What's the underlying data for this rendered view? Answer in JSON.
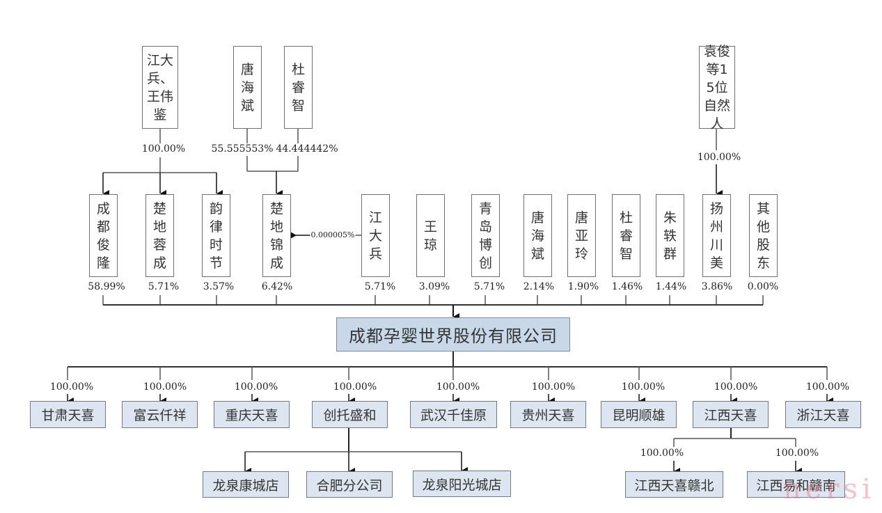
{
  "title": "成都孕婴世界股份有限公司股权结构图",
  "company": {
    "name": "成都孕婴世界股份有限公司"
  },
  "top_holders": [
    {
      "id": "jdb_wwj",
      "name": "江大兵、王伟鉴",
      "pct_to_children": "100.00%"
    },
    {
      "id": "thb_top",
      "name": "唐海斌",
      "pct": "55.555553%"
    },
    {
      "id": "drz_top",
      "name": "杜睿智",
      "pct": "44.444442%"
    },
    {
      "id": "yj15",
      "name": "袁俊等15位自然人",
      "pct": "100.00%"
    }
  ],
  "shareholders": [
    {
      "name": "成都俊隆",
      "pct": "58.99%"
    },
    {
      "name": "楚地蓉成",
      "pct": "5.71%"
    },
    {
      "name": "韵律时节",
      "pct": "3.57%"
    },
    {
      "name": "楚地锦成",
      "pct": "6.42%"
    },
    {
      "name": "江大兵",
      "pct": "5.71%",
      "side_link_pct": "0.000005%"
    },
    {
      "name": "王琼",
      "pct": "3.09%"
    },
    {
      "name": "青岛博创",
      "pct": "5.71%"
    },
    {
      "name": "唐海斌",
      "pct": "2.14%"
    },
    {
      "name": "唐亚玲",
      "pct": "1.90%"
    },
    {
      "name": "杜睿智",
      "pct": "1.46%"
    },
    {
      "name": "朱轶群",
      "pct": "1.44%"
    },
    {
      "name": "扬州川美",
      "pct": "3.86%"
    },
    {
      "name": "其他股东",
      "pct": "0.00%"
    }
  ],
  "subsidiaries": [
    {
      "name": "甘肃天喜",
      "pct": "100.00%"
    },
    {
      "name": "富云仟祥",
      "pct": "100.00%"
    },
    {
      "name": "重庆天喜",
      "pct": "100.00%"
    },
    {
      "name": "创托盛和",
      "pct": "100.00%"
    },
    {
      "name": "武汉千佳原",
      "pct": "100.00%"
    },
    {
      "name": "贵州天喜",
      "pct": "100.00%"
    },
    {
      "name": "昆明顺雄",
      "pct": "100.00%"
    },
    {
      "name": "江西天喜",
      "pct": "100.00%"
    },
    {
      "name": "浙江天喜",
      "pct": "100.00%"
    }
  ],
  "branches": [
    {
      "name": "龙泉康城店"
    },
    {
      "name": "合肥分公司"
    },
    {
      "name": "龙泉阳光城店"
    }
  ],
  "sub_subsidiaries": [
    {
      "name": "江西天喜赣北",
      "pct": "100.00%"
    },
    {
      "name": "江西易和赣南",
      "pct": "100.00%"
    }
  ],
  "watermark": "nersi"
}
